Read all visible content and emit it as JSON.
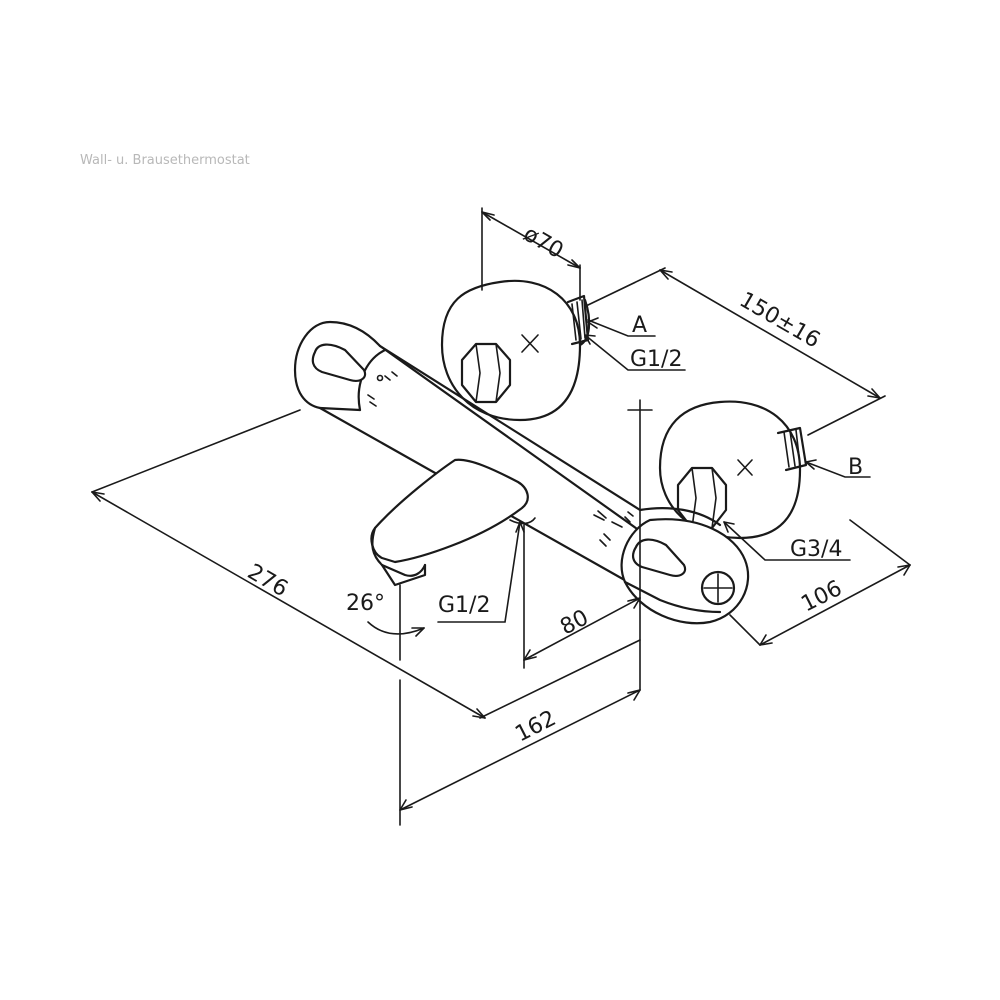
{
  "caption": "Wall- u. Brausethermostat",
  "dimensions": {
    "diameter": "ø70",
    "spacing": "150±16",
    "width_total": "276",
    "depth_outlet": "162",
    "depth_spout": "80",
    "depth_body": "106",
    "angle": "26°"
  },
  "callouts": {
    "a": "A",
    "b": "B",
    "connector_top": "G1/2",
    "spout_thread": "G1/2",
    "connector_right": "G3/4"
  },
  "colors": {
    "line": "#1a1a1a",
    "background": "#ffffff",
    "caption": "#b8b8b8"
  }
}
